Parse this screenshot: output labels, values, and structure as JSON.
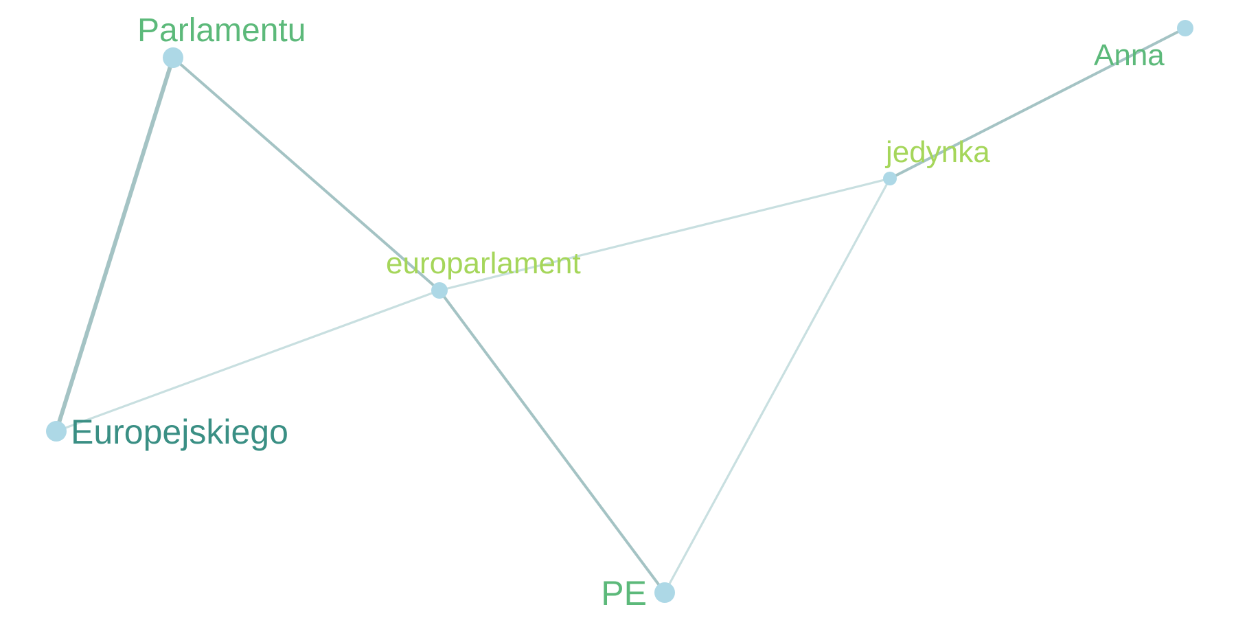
{
  "graph": {
    "nodes": [
      {
        "id": "parlamentu",
        "label": "Parlamentu",
        "label_color": "#5cb97a",
        "node_color": "#add8e6",
        "node_size": "large"
      },
      {
        "id": "europejskiego",
        "label": "Europejskiego",
        "label_color": "#3a8f84",
        "node_color": "#add8e6",
        "node_size": "large"
      },
      {
        "id": "europarlament",
        "label": "europarlament",
        "label_color": "#a5d65a",
        "node_color": "#add8e6",
        "node_size": "medium"
      },
      {
        "id": "jedynka",
        "label": "jedynka",
        "label_color": "#a5d65a",
        "node_color": "#add8e6",
        "node_size": "small"
      },
      {
        "id": "anna",
        "label": "Anna",
        "label_color": "#5cb97a",
        "node_color": "#add8e6",
        "node_size": "medium"
      },
      {
        "id": "pe",
        "label": "PE",
        "label_color": "#5cb97a",
        "node_color": "#add8e6",
        "node_size": "large"
      }
    ],
    "edges": [
      {
        "source": "parlamentu",
        "target": "europejskiego",
        "weight": "strong",
        "color": "#a4c3c4"
      },
      {
        "source": "parlamentu",
        "target": "europarlament",
        "weight": "medium",
        "color": "#a4c3c4"
      },
      {
        "source": "europejskiego",
        "target": "europarlament",
        "weight": "weak",
        "color": "#c8dfe0"
      },
      {
        "source": "europarlament",
        "target": "jedynka",
        "weight": "weak",
        "color": "#c8dfe0"
      },
      {
        "source": "europarlament",
        "target": "pe",
        "weight": "medium",
        "color": "#a4c3c4"
      },
      {
        "source": "jedynka",
        "target": "anna",
        "weight": "medium",
        "color": "#a4c3c4"
      },
      {
        "source": "jedynka",
        "target": "pe",
        "weight": "weak",
        "color": "#c8dfe0"
      }
    ]
  }
}
